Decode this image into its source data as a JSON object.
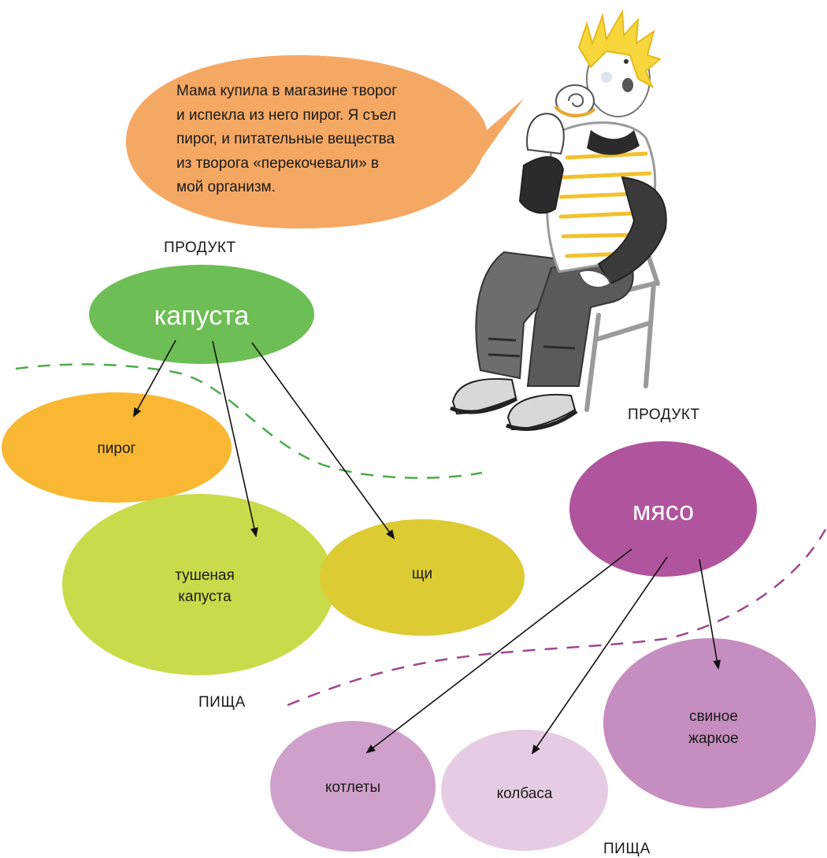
{
  "speech": {
    "lines": [
      "Мама купила в магазине творог",
      "и испекла из него пирог. Я съел",
      "пирог, и питательные вещества",
      "из творога «перекочевали» в",
      "мой организм."
    ]
  },
  "left": {
    "product_heading": "ПРОДУКТ",
    "product": "капуста",
    "food_heading": "ПИЩА",
    "foods": {
      "pie": "пирог",
      "stew_line1": "тушеная",
      "stew_line2": "капуста",
      "shchi": "щи"
    }
  },
  "right": {
    "product_heading": "ПРОДУКТ",
    "product": "мясо",
    "food_heading": "ПИЩА",
    "foods": {
      "cutlets": "котлеты",
      "sausage": "колбаса",
      "roast_line1": "свиное",
      "roast_line2": "жаркое"
    }
  },
  "colors": {
    "speech": "#F5A863",
    "cabbage": "#6DBE55",
    "pie": "#F9B733",
    "stew": "#C9DB4A",
    "shchi": "#DCCB33",
    "meat": "#B0549E",
    "cutlets": "#CFA0CA",
    "sausage": "#E6CCE3",
    "roast": "#C68DC0",
    "green_line": "#4EAA4C",
    "purple_line": "#A0478F"
  }
}
